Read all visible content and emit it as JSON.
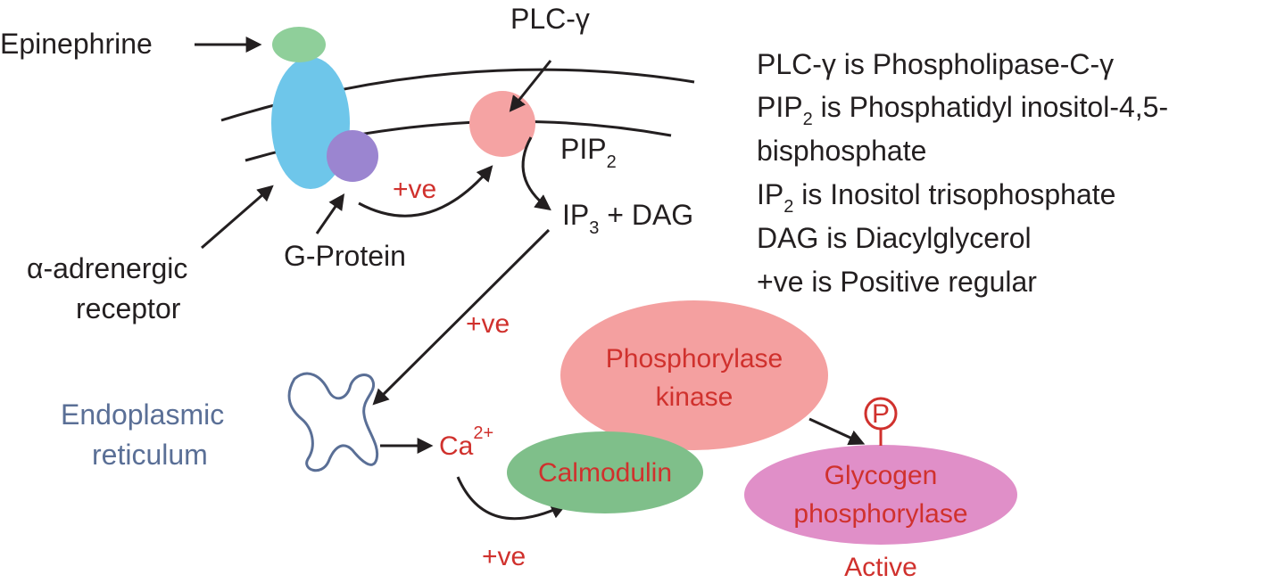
{
  "colors": {
    "ink": "#231f20",
    "accent_red": "#d0312d",
    "er_blue": "#5a6f96",
    "receptor": "#6ec6ea",
    "epinephrine": "#8fcf9a",
    "g_protein": "#9b85d0",
    "plc": "#f5a3a3",
    "phosphorylase_kinase": "#f4a0a0",
    "calmodulin": "#7fbf8a",
    "glycogen_phosphorylase": "#e08fc8"
  },
  "labels": {
    "epinephrine": "Epinephrine",
    "plc": "PLC-γ",
    "pip2_base": "PIP",
    "pip2_sub": "2",
    "ip3_base": "IP",
    "ip3_sub": "3",
    "ip3_rest": " + DAG",
    "alpha_line1": "α-adrenergic",
    "alpha_line2": "receptor",
    "g_protein": "G-Protein",
    "positive_1": "+ve",
    "positive_2": "+ve",
    "positive_3": "+ve",
    "er_line1": "Endoplasmic",
    "er_line2": "reticulum",
    "ca_base": "Ca",
    "ca_sup": "2+",
    "kinase_line1": "Phosphorylase",
    "kinase_line2": "kinase",
    "calmodulin": "Calmodulin",
    "phospho": "P",
    "glyco_line1": "Glycogen",
    "glyco_line2": "phosphorylase",
    "active": "Active"
  },
  "legend": {
    "l1": "PLC-γ is Phospholipase-C-γ",
    "l2_base": "PIP",
    "l2_sub": "2",
    "l2_rest": " is Phosphatidyl inositol-4,5-",
    "l3": "bisphosphate",
    "l4_base": "IP",
    "l4_sub": "2",
    "l4_rest": " is Inositol trisophosphate",
    "l5": "DAG is Diacylglycerol",
    "l6": "+ve is Positive regular"
  }
}
